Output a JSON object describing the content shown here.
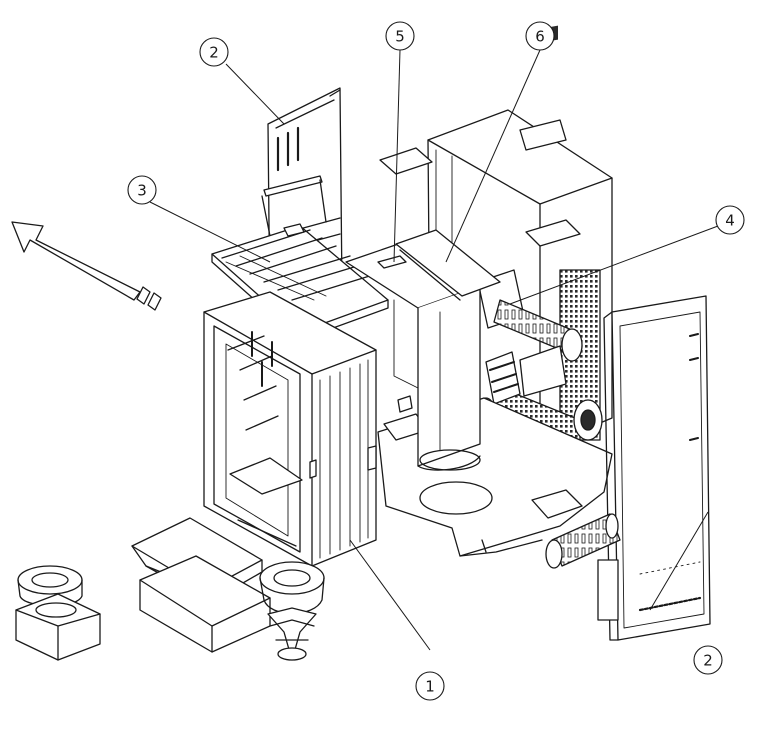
{
  "callouts": [
    {
      "id": "c2a",
      "label": "2"
    },
    {
      "id": "c5",
      "label": "5"
    },
    {
      "id": "c6",
      "label": "6"
    },
    {
      "id": "c3",
      "label": "3"
    },
    {
      "id": "c4",
      "label": "4"
    },
    {
      "id": "c2b",
      "label": "2"
    },
    {
      "id": "c1",
      "label": "1"
    }
  ],
  "colors": {
    "line": "#1a1a1a",
    "paper": "#ffffff",
    "mesh": "#2a2a2a"
  }
}
